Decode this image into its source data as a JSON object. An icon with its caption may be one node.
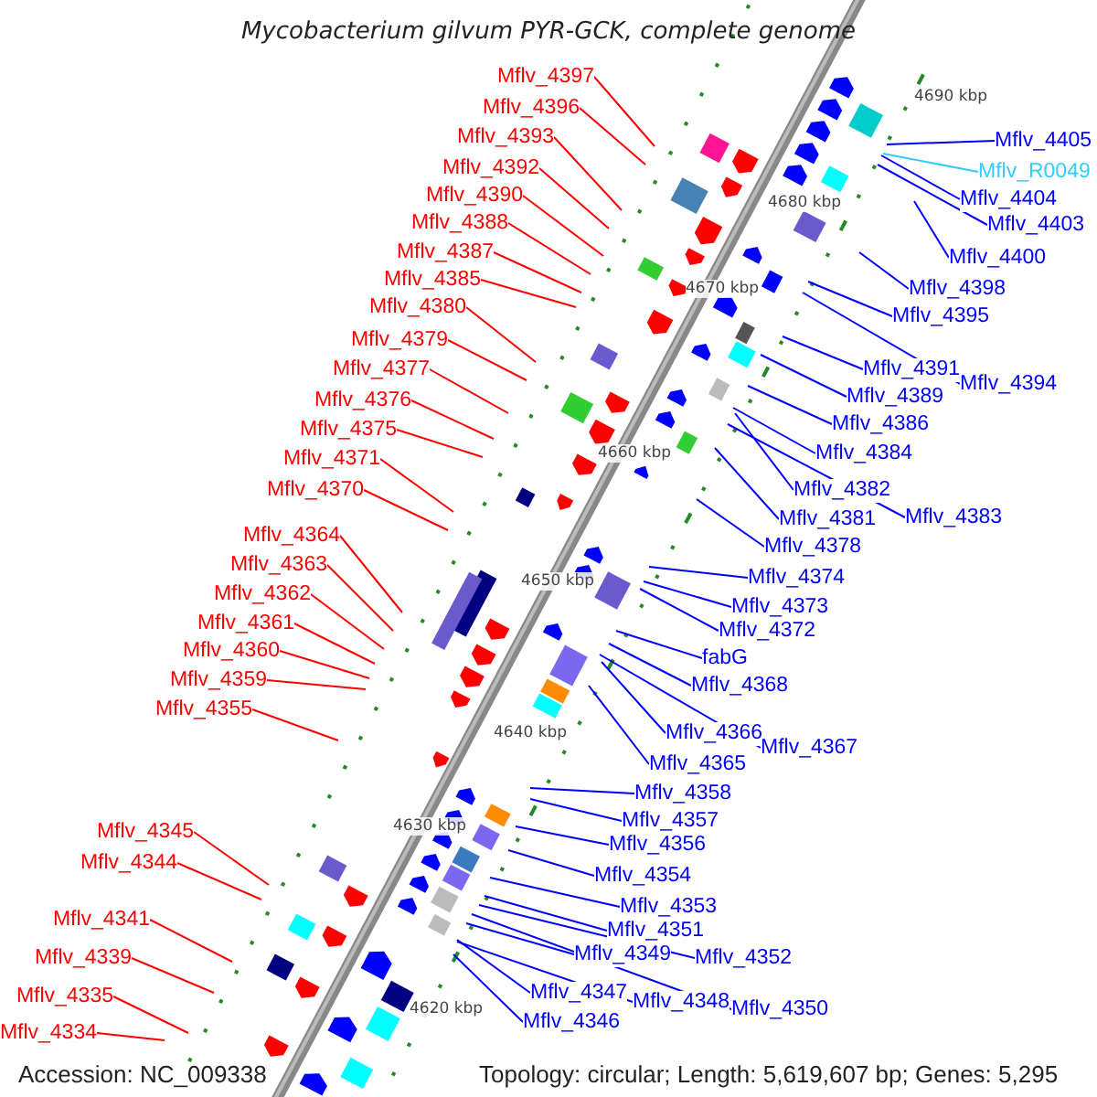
{
  "diagram": {
    "title": "Mycobacterium gilvum PYR-GCK, complete genome",
    "nodes": [
      {
        "text": [
          "Mflv_4397"
        ]
      },
      {
        "text": [
          "Mflv_4396"
        ]
      },
      {
        "text": [
          "Mflv_4393"
        ]
      },
      {
        "text": [
          "Mflv_4392"
        ]
      },
      {
        "text": [
          "Mflv_4390"
        ]
      },
      {
        "text": [
          "Mflv_4388"
        ]
      },
      {
        "text": [
          "Mflv_4387"
        ]
      },
      {
        "text": [
          "Mflv_4385"
        ]
      },
      {
        "text": [
          "Mflv_4380"
        ]
      },
      {
        "text": [
          "Mflv_4379"
        ]
      },
      {
        "text": [
          "Mflv_4377"
        ]
      },
      {
        "text": [
          "Mflv_4376"
        ]
      },
      {
        "text": [
          "Mflv_4375"
        ]
      },
      {
        "text": [
          "Mflv_4371"
        ]
      },
      {
        "text": [
          "Mflv_4370"
        ]
      },
      {
        "text": [
          "Mflv_4364"
        ]
      },
      {
        "text": [
          "Mflv_4363"
        ]
      },
      {
        "text": [
          "Mflv_4362"
        ]
      },
      {
        "text": [
          "Mflv_4361"
        ]
      },
      {
        "text": [
          "Mflv_4360"
        ]
      },
      {
        "text": [
          "Mflv_4359"
        ]
      },
      {
        "text": [
          "Mflv_4355"
        ]
      },
      {
        "text": [
          "Mflv_4345"
        ]
      },
      {
        "text": [
          "Mflv_4344"
        ]
      },
      {
        "text": [
          "Mflv_4341"
        ]
      },
      {
        "text": [
          "Mflv_4339"
        ]
      },
      {
        "text": [
          "Mflv_4335"
        ]
      },
      {
        "text": [
          "Mflv_4334"
        ]
      },
      {
        "text": [
          "Mflv_4405"
        ]
      },
      {
        "text": [
          "Mflv_R0049"
        ]
      },
      {
        "text": [
          "Mflv_4404"
        ]
      },
      {
        "text": [
          "Mflv_4403"
        ]
      },
      {
        "text": [
          "Mflv_4400"
        ]
      },
      {
        "text": [
          "Mflv_4398"
        ]
      },
      {
        "text": [
          "Mflv_4395"
        ]
      },
      {
        "text": [
          "Mflv_4391"
        ]
      },
      {
        "text": [
          "Mflv_4394"
        ]
      },
      {
        "text": [
          "Mflv_4389"
        ]
      },
      {
        "text": [
          "Mflv_4386"
        ]
      },
      {
        "text": [
          "Mflv_4384"
        ]
      },
      {
        "text": [
          "Mflv_4382"
        ]
      },
      {
        "text": [
          "Mflv_4383"
        ]
      },
      {
        "text": [
          "Mflv_4381"
        ]
      },
      {
        "text": [
          "Mflv_4378"
        ]
      },
      {
        "text": [
          "Mflv_4374"
        ]
      },
      {
        "text": [
          "Mflv_4373"
        ]
      },
      {
        "text": [
          "Mflv_4372"
        ]
      },
      {
        "text": [
          "fabG"
        ]
      },
      {
        "text": [
          "Mflv_4368"
        ]
      },
      {
        "text": [
          "Mflv_4366"
        ]
      },
      {
        "text": [
          "Mflv_4367"
        ]
      },
      {
        "text": [
          "Mflv_4365"
        ]
      },
      {
        "text": [
          "Mflv_4358"
        ]
      },
      {
        "text": [
          "Mflv_4357"
        ]
      },
      {
        "text": [
          "Mflv_4356"
        ]
      },
      {
        "text": [
          "Mflv_4354"
        ]
      },
      {
        "text": [
          "Mflv_4353"
        ]
      },
      {
        "text": [
          "Mflv_4351"
        ]
      },
      {
        "text": [
          "Mflv_4352"
        ]
      },
      {
        "text": [
          "Mflv_4349"
        ]
      },
      {
        "text": [
          "Mflv_4348"
        ]
      },
      {
        "text": [
          "Mflv_4350"
        ]
      },
      {
        "text": [
          "Mflv_4347"
        ]
      },
      {
        "text": [
          "Mflv_4346"
        ]
      }
    ],
    "edges": [
      {
        "from": 0,
        "to": null,
        "arrow": "none",
        "color": "#ff0000"
      },
      {
        "from": 1,
        "to": null,
        "arrow": "none",
        "color": "#ff0000"
      },
      {
        "from": 2,
        "to": null,
        "arrow": "none",
        "color": "#ff0000"
      },
      {
        "from": 3,
        "to": null,
        "arrow": "none",
        "color": "#ff0000"
      },
      {
        "from": 4,
        "to": null,
        "arrow": "none",
        "color": "#ff0000"
      },
      {
        "from": 5,
        "to": null,
        "arrow": "none",
        "color": "#ff0000"
      },
      {
        "from": 6,
        "to": null,
        "arrow": "none",
        "color": "#ff0000"
      },
      {
        "from": 7,
        "to": null,
        "arrow": "none",
        "color": "#ff0000"
      },
      {
        "from": 8,
        "to": null,
        "arrow": "none",
        "color": "#ff0000"
      },
      {
        "from": 9,
        "to": null,
        "arrow": "none",
        "color": "#ff0000"
      },
      {
        "from": 10,
        "to": null,
        "arrow": "none",
        "color": "#ff0000"
      },
      {
        "from": 11,
        "to": null,
        "arrow": "none",
        "color": "#ff0000"
      },
      {
        "from": 12,
        "to": null,
        "arrow": "none",
        "color": "#ff0000"
      },
      {
        "from": 13,
        "to": null,
        "arrow": "none",
        "color": "#ff0000"
      },
      {
        "from": 14,
        "to": null,
        "arrow": "none",
        "color": "#ff0000"
      },
      {
        "from": 15,
        "to": null,
        "arrow": "none",
        "color": "#ff0000"
      },
      {
        "from": 16,
        "to": null,
        "arrow": "none",
        "color": "#ff0000"
      },
      {
        "from": 17,
        "to": null,
        "arrow": "none",
        "color": "#ff0000"
      },
      {
        "from": 18,
        "to": null,
        "arrow": "none",
        "color": "#ff0000"
      },
      {
        "from": 19,
        "to": null,
        "arrow": "none",
        "color": "#ff0000"
      },
      {
        "from": 20,
        "to": null,
        "arrow": "none",
        "color": "#ff0000"
      },
      {
        "from": 21,
        "to": null,
        "arrow": "none",
        "color": "#ff0000"
      },
      {
        "from": 22,
        "to": null,
        "arrow": "none",
        "color": "#ff0000"
      },
      {
        "from": 23,
        "to": null,
        "arrow": "none",
        "color": "#ff0000"
      },
      {
        "from": 24,
        "to": null,
        "arrow": "none",
        "color": "#ff0000"
      },
      {
        "from": 25,
        "to": null,
        "arrow": "none",
        "color": "#ff0000"
      },
      {
        "from": 26,
        "to": null,
        "arrow": "none",
        "color": "#ff0000"
      },
      {
        "from": 27,
        "to": null,
        "arrow": "none",
        "color": "#ff0000"
      },
      {
        "from": 28,
        "to": null,
        "arrow": "none"
      },
      {
        "from": 29,
        "to": null,
        "arrow": "none",
        "color": "#33ccff"
      },
      {
        "from": 30,
        "to": null,
        "arrow": "none"
      },
      {
        "from": 31,
        "to": null,
        "arrow": "none"
      },
      {
        "from": 32,
        "to": null,
        "arrow": "none"
      },
      {
        "from": 33,
        "to": null,
        "arrow": "none"
      },
      {
        "from": 34,
        "to": null,
        "arrow": "none"
      },
      {
        "from": 35,
        "to": null,
        "arrow": "none"
      },
      {
        "from": 36,
        "to": null,
        "arrow": "none"
      },
      {
        "from": 37,
        "to": null,
        "arrow": "none"
      },
      {
        "from": 38,
        "to": null,
        "arrow": "none"
      },
      {
        "from": 39,
        "to": null,
        "arrow": "none"
      },
      {
        "from": 40,
        "to": null,
        "arrow": "none"
      },
      {
        "from": 41,
        "to": null,
        "arrow": "none"
      },
      {
        "from": 42,
        "to": null,
        "arrow": "none"
      },
      {
        "from": 43,
        "to": null,
        "arrow": "none"
      },
      {
        "from": 44,
        "to": null,
        "arrow": "none"
      },
      {
        "from": 45,
        "to": null,
        "arrow": "none"
      },
      {
        "from": 46,
        "to": null,
        "arrow": "none"
      },
      {
        "from": 47,
        "to": null,
        "arrow": "none"
      },
      {
        "from": 48,
        "to": null,
        "arrow": "none"
      },
      {
        "from": 49,
        "to": null,
        "arrow": "none"
      },
      {
        "from": 50,
        "to": null,
        "arrow": "none"
      },
      {
        "from": 51,
        "to": null,
        "arrow": "none"
      },
      {
        "from": 52,
        "to": null,
        "arrow": "none"
      },
      {
        "from": 53,
        "to": null,
        "arrow": "none"
      },
      {
        "from": 54,
        "to": null,
        "arrow": "none"
      },
      {
        "from": 55,
        "to": null,
        "arrow": "none"
      },
      {
        "from": 56,
        "to": null,
        "arrow": "none"
      },
      {
        "from": 57,
        "to": null,
        "arrow": "none"
      },
      {
        "from": 58,
        "to": null,
        "arrow": "none"
      },
      {
        "from": 59,
        "to": null,
        "arrow": "none"
      },
      {
        "from": 60,
        "to": null,
        "arrow": "none"
      },
      {
        "from": 61,
        "to": null,
        "arrow": "none"
      },
      {
        "from": 62,
        "to": null,
        "arrow": "none"
      },
      {
        "from": 63,
        "to": null,
        "arrow": "none"
      }
    ],
    "labels": [
      "4690 kbp",
      "4680 kbp",
      "4670 kbp",
      "4660 kbp",
      "4650 kbp",
      "4640 kbp",
      "4630 kbp",
      "4620 kbp",
      "Accession: NC_009338",
      "Topology: circular; Length: 5,619,607 bp; Genes: 5,295"
    ]
  }
}
